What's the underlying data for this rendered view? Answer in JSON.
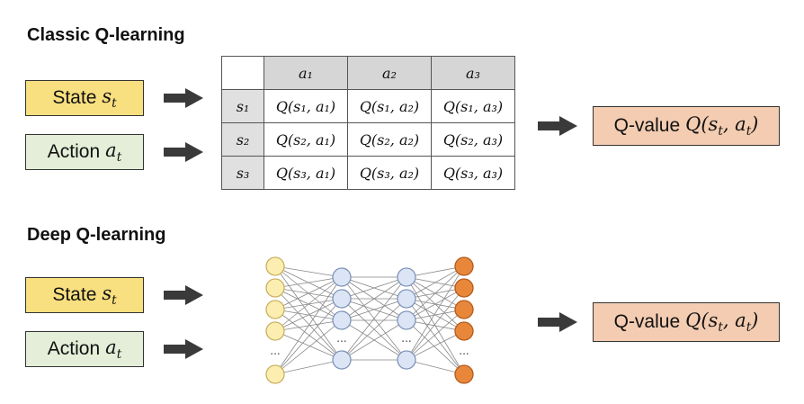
{
  "classic": {
    "title": "Classic Q-learning",
    "state": {
      "label": "State",
      "symbol": "s",
      "sub": "t"
    },
    "action": {
      "label": "Action",
      "symbol": "a",
      "sub": "t"
    },
    "table": {
      "columns": [
        "a₁",
        "a₂",
        "a₃"
      ],
      "rows": [
        {
          "head": "s₁",
          "cells": [
            "Q(s₁, a₁)",
            "Q(s₁, a₂)",
            "Q(s₁, a₃)"
          ]
        },
        {
          "head": "s₂",
          "cells": [
            "Q(s₂, a₁)",
            "Q(s₂, a₂)",
            "Q(s₂, a₃)"
          ]
        },
        {
          "head": "s₃",
          "cells": [
            "Q(s₃, a₁)",
            "Q(s₃, a₂)",
            "Q(s₃, a₃)"
          ]
        }
      ]
    },
    "output": {
      "label": "Q-value",
      "formula": "Q(s",
      "sub1": "t",
      "mid": ", a",
      "sub2": "t",
      "end": ")"
    }
  },
  "deep": {
    "title": "Deep Q-learning",
    "state": {
      "label": "State",
      "symbol": "s",
      "sub": "t"
    },
    "action": {
      "label": "Action",
      "symbol": "a",
      "sub": "t"
    },
    "network": {
      "layers": [
        {
          "nodes": 5,
          "ellipsis": true,
          "color": "#fbeeb0",
          "stroke": "#c9b060"
        },
        {
          "nodes": 4,
          "ellipsis": true,
          "color": "#dbe5f5",
          "stroke": "#7f93b8"
        },
        {
          "nodes": 4,
          "ellipsis": true,
          "color": "#dbe5f5",
          "stroke": "#7f93b8"
        },
        {
          "nodes": 5,
          "ellipsis": true,
          "color": "#e8873a",
          "stroke": "#b35a1c"
        }
      ],
      "ellipsis_text": "..."
    },
    "output": {
      "label": "Q-value",
      "formula": "Q(s",
      "sub1": "t",
      "mid": ", a",
      "sub2": "t",
      "end": ")"
    }
  }
}
